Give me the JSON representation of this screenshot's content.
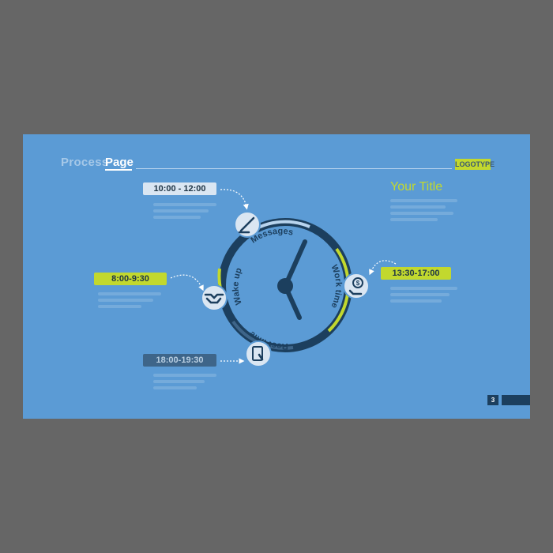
{
  "header": {
    "prefix": "Process",
    "page_word": "Page",
    "logotype": "LOGOTYPE"
  },
  "title": "Your Title",
  "schedule": [
    {
      "time": "10:00 - 12:00",
      "label": "Messages",
      "icon": "hand-writing-icon"
    },
    {
      "time": "8:00-9:30",
      "label": "Wake up",
      "icon": "handshake-icon"
    },
    {
      "time": "13:30-17:00",
      "label": "Work time",
      "icon": "hand-money-icon"
    },
    {
      "time": "18:00-19:30",
      "label": "Rest time",
      "icon": "tablet-touch-icon"
    }
  ],
  "page_number": "3",
  "colors": {
    "background": "#5b9bd5",
    "accent": "#c2d82e",
    "dark": "#1c3f5e",
    "light": "#dae6f2"
  }
}
